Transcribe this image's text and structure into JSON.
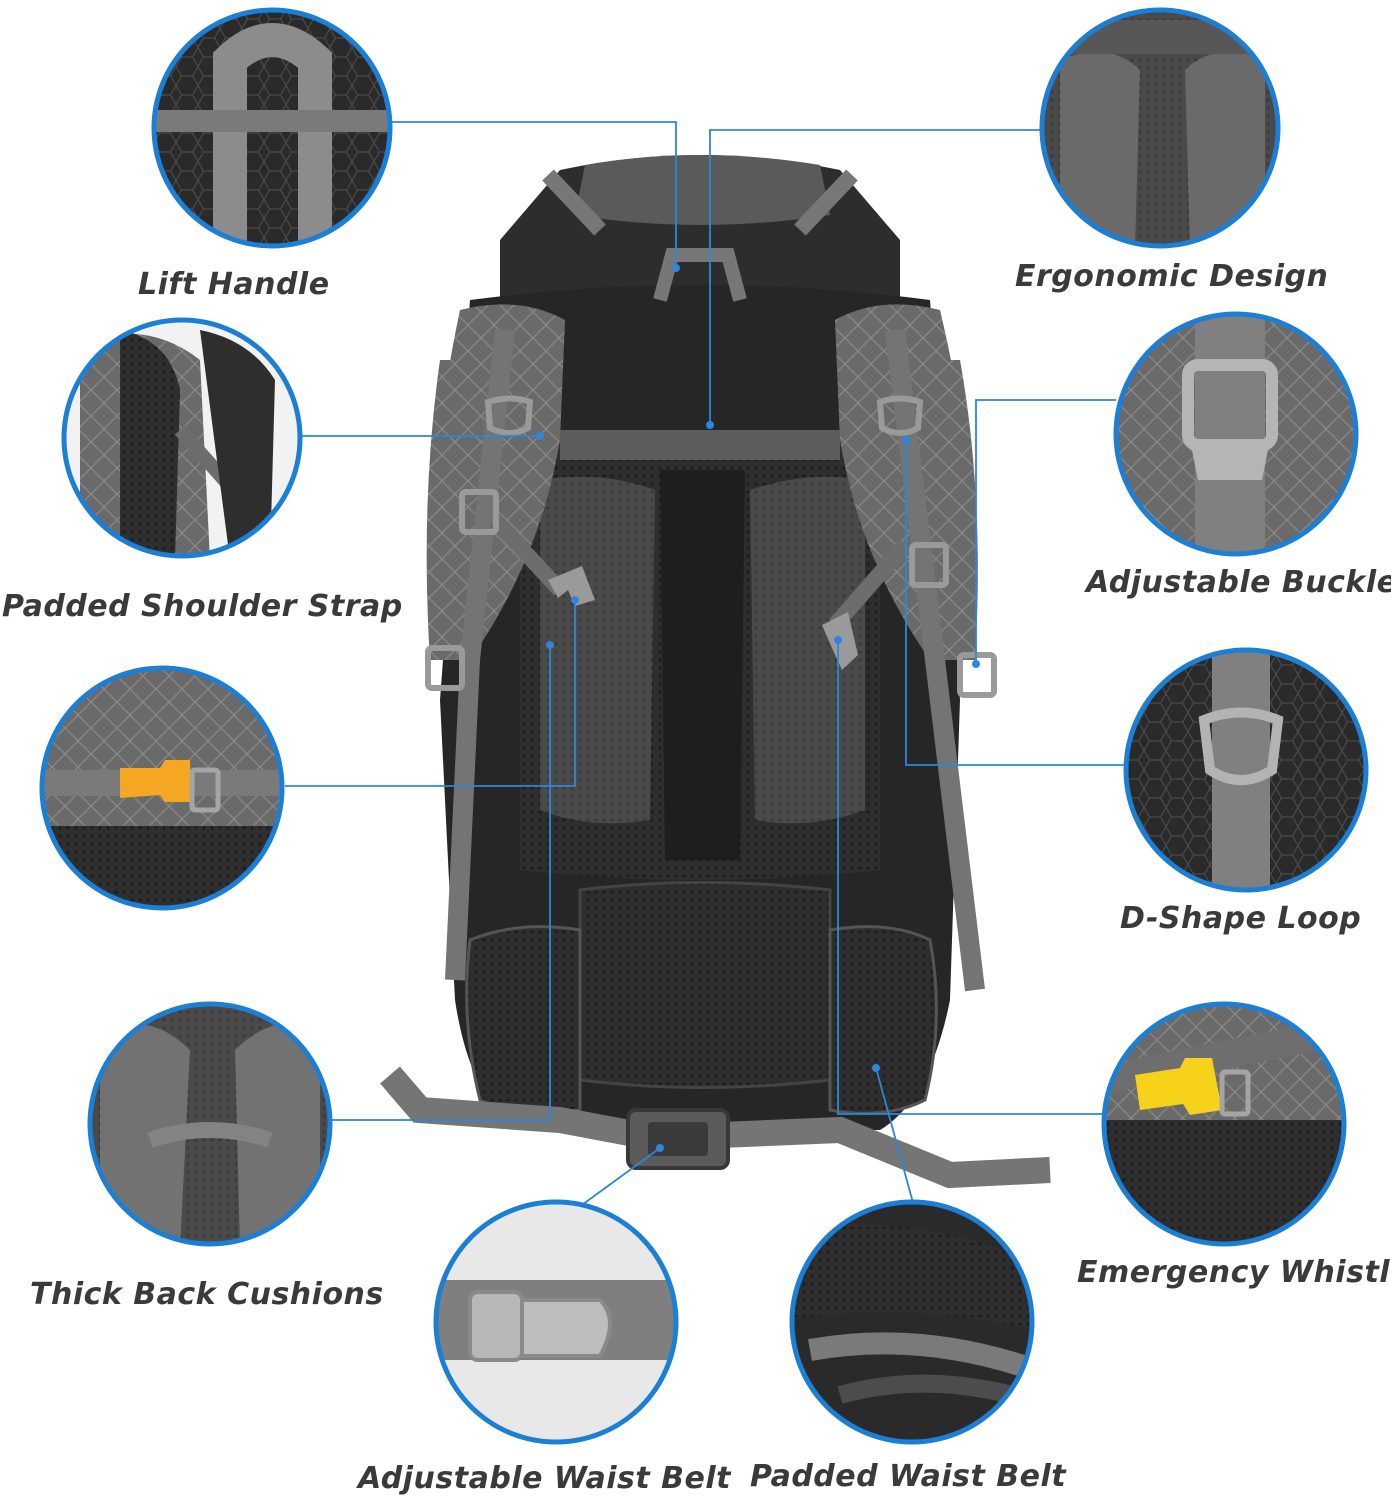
{
  "colors": {
    "ring": "#1b7fd6",
    "leader": "#2d86d9",
    "pack_body": "#2b2b2b",
    "pack_panel": "#5e5e5e",
    "strap": "#757575",
    "mesh": "#3a3a3a",
    "whistle_orange": "#f5a623",
    "whistle_yellow": "#f6d31a",
    "label_text": "#3a3a3a"
  },
  "features": {
    "lift_handle": "Lift Handle",
    "ergonomic_design": "Ergonomic Design",
    "padded_shoulder_strap": "Padded Shoulder Strap",
    "adjustable_buckle": "Adjustable Buckle",
    "d_shape_loop": "D-Shape Loop",
    "thick_back_cushions": "Thick Back Cushions",
    "emergency_whistle": "Emergency Whistle",
    "adjustable_waist_belt": "Adjustable Waist Belt",
    "padded_waist_belt": "Padded Waist Belt"
  }
}
